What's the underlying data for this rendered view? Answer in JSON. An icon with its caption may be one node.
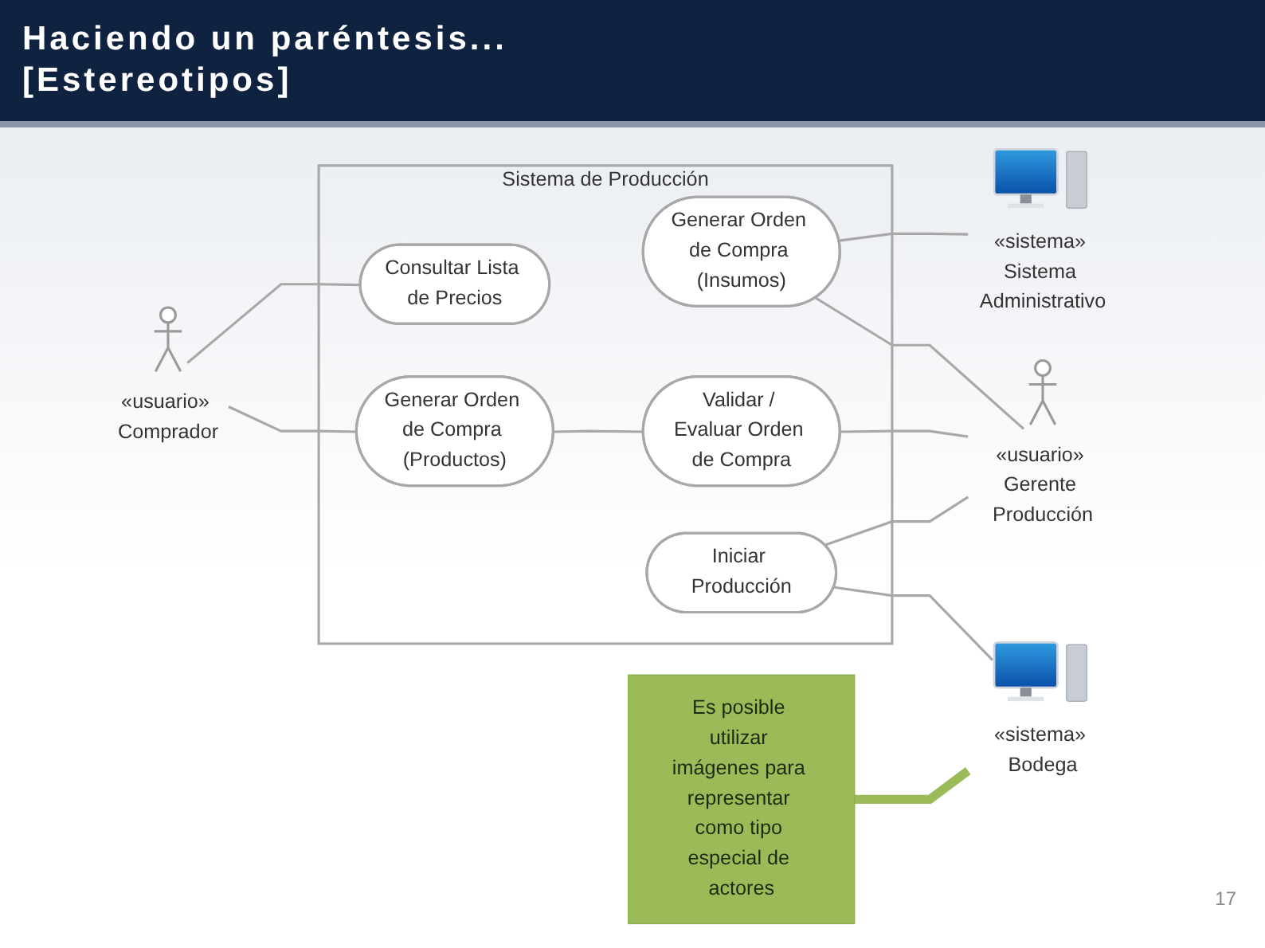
{
  "diagram": {
    "title": "Haciendo un paréntesis... [Estereotipos]",
    "nodes": [
      {
        "text": [
          "«usuario» Comprador"
        ]
      },
      {
        "text": [
          "Sistema de Producción"
        ]
      },
      {
        "text": [
          "Consultar Lista de Precios"
        ],
        "in": 1
      },
      {
        "text": [
          "Generar Orden de Compra (Productos)"
        ],
        "in": 1
      },
      {
        "text": [
          "Generar Orden de Compra (Insumos)"
        ],
        "in": 1
      },
      {
        "text": [
          "Validar / Evaluar Orden de Compra"
        ],
        "in": 1
      },
      {
        "text": [
          "Iniciar Producción"
        ],
        "in": 1
      },
      {
        "text": [
          "«sistema» Sistema Administrativo"
        ]
      },
      {
        "text": [
          "«usuario» Gerente Producción"
        ]
      },
      {
        "text": [
          "«sistema» Bodega"
        ]
      },
      {
        "text": [
          "Es posible utilizar imágenes para representar como tipo especial de actores"
        ]
      }
    ],
    "edges": [
      {
        "from": 0,
        "to": 2,
        "arrow": "none"
      },
      {
        "from": 0,
        "to": 3,
        "arrow": "none"
      },
      {
        "from": 3,
        "to": 5,
        "arrow": "none"
      },
      {
        "from": 4,
        "to": 7,
        "arrow": "none"
      },
      {
        "from": 4,
        "to": 8,
        "arrow": "none"
      },
      {
        "from": 5,
        "to": 8,
        "arrow": "none"
      },
      {
        "from": 6,
        "to": 8,
        "arrow": "none"
      },
      {
        "from": 6,
        "to": 9,
        "arrow": "none"
      },
      {
        "from": 10,
        "to": 9,
        "arrow": "none",
        "style": "thick",
        "color": "#9bbb59"
      }
    ],
    "labels": [
      "17"
    ]
  }
}
